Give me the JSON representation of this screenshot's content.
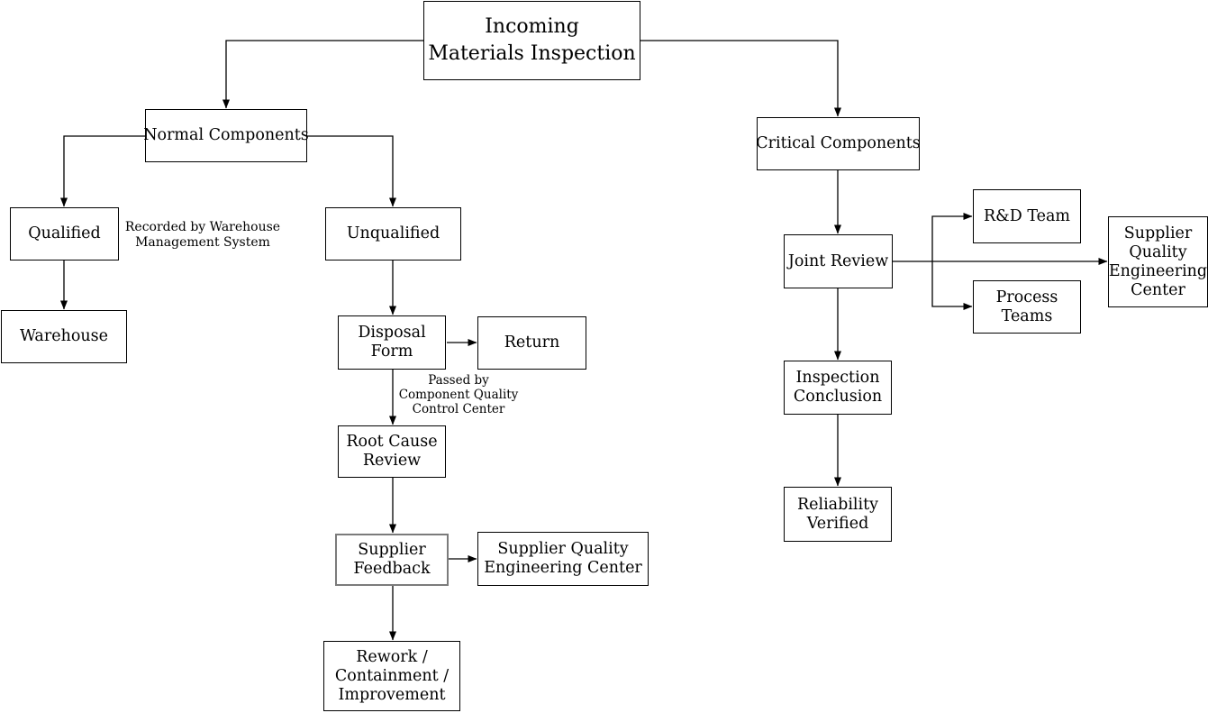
{
  "diagram": {
    "background_color": "#ffffff",
    "line_color": "#000000",
    "text_color": "#000000",
    "box_border_color": "#000000",
    "highlight_border_color": "#7b7b7b",
    "nodes": {
      "title": "Incoming\nMaterials Inspection",
      "normal_components": "Normal Components",
      "critical_components": "Critical Components",
      "qualified": "Qualified",
      "unqualified": "Unqualified",
      "warehouse": "Warehouse",
      "disposal_form": "Disposal\nForm",
      "return": "Return",
      "root_cause_review": "Root Cause\nReview",
      "supplier_feedback": "Supplier\nFeedback",
      "supplier_quality_engineering_center": "Supplier Quality\nEngineering Center",
      "rework_containment_improvement": "Rework /\nContainment /\nImprovement",
      "joint_review": "Joint Review",
      "rd_team": "R&D Team",
      "process_teams": "Process\nTeams",
      "supplier_quality_engineering_center_stacked": "Supplier\nQuality\nEngineering\nCenter",
      "inspection_conclusion": "Inspection\nConclusion",
      "reliability_verified": "Reliability\nVerified"
    },
    "annotations": {
      "warehouse_note": "Recorded by Warehouse\nManagement System",
      "cqcc_note": "Passed by\nComponent Quality\nControl Center"
    }
  }
}
